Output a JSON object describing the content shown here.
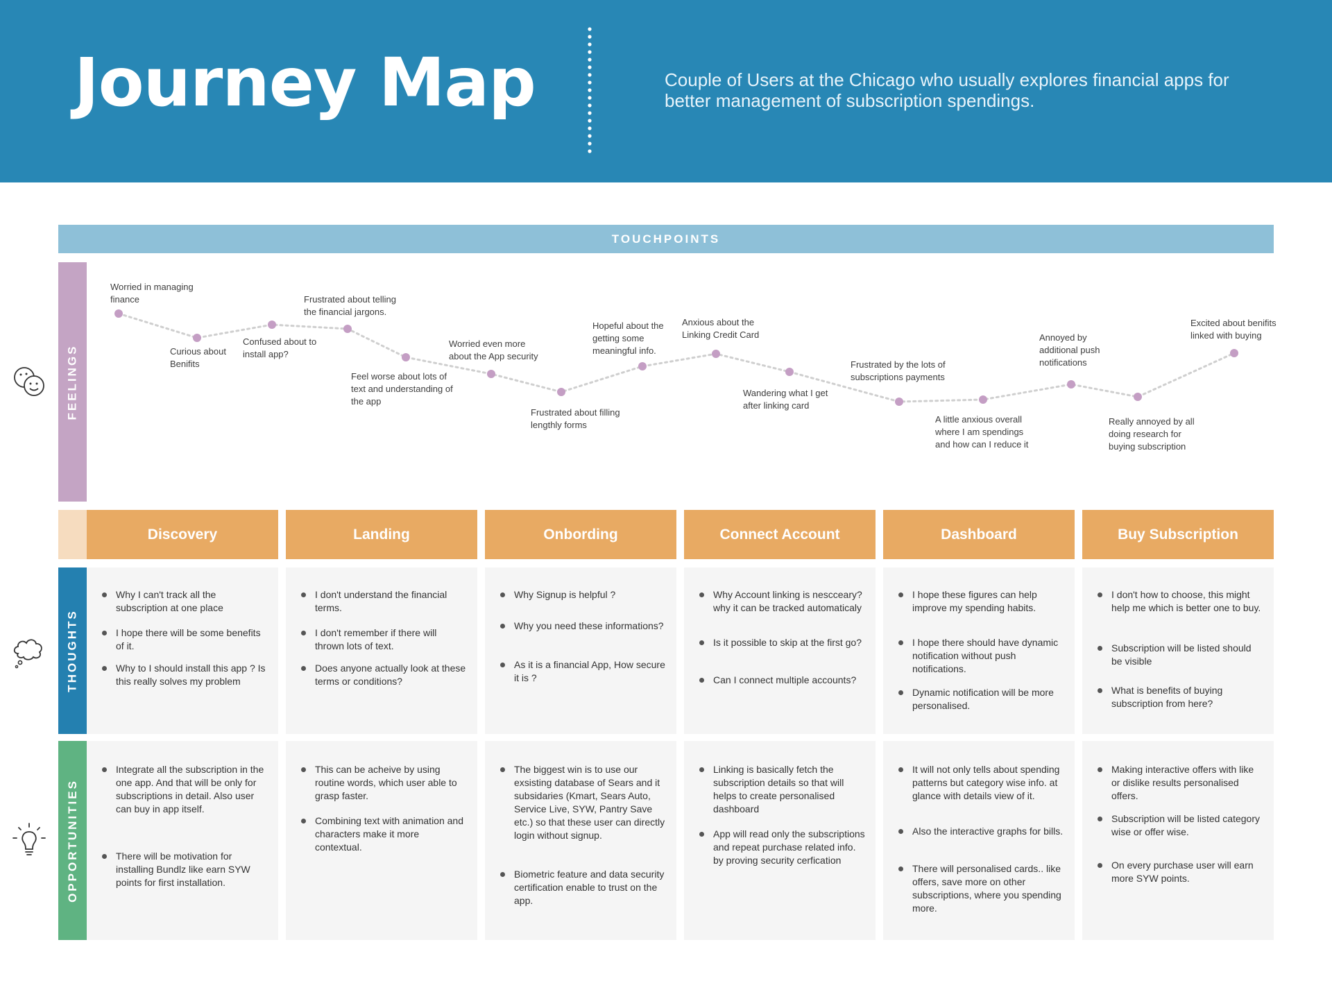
{
  "header": {
    "title": "Journey Map",
    "subtitle": "Couple of Users at the Chicago who usually explores financial apps for better management of subscription spendings."
  },
  "touchpoints": {
    "label": "TOUCHPOINTS"
  },
  "rows": {
    "feelings": "FEELINGS",
    "thoughts": "THOUGHTS",
    "opportunities": "OPPORTUNITIES"
  },
  "feelings": [
    "Worried in managing finance",
    "Curious about Benifits",
    "Confused about to install app?",
    "Frustrated about telling the financial jargons.",
    "Feel worse about lots of text and understanding of the app",
    "Worried even more about the App security",
    "Frustrated about filling lengthly forms",
    "Hopeful about the getting some meaningful info.",
    "Anxious about the Linking Credit Card",
    "Wandering what I get after linking card",
    "Frustrated by the lots of subscriptions payments",
    "A little anxious overall where I am spendings and how can I reduce it",
    "Annoyed by additional push notifications",
    "Really annoyed by all doing research for buying subscription",
    "Excited about benifits linked with buying"
  ],
  "stages": [
    {
      "name": "Discovery",
      "thoughts": [
        "Why I can't track all the subscription at one place",
        "I hope there will be some benefits of it.",
        "Why to I should install this app ? Is this really solves my problem"
      ],
      "opportunities": [
        "Integrate all the subscription in the one app. And that will be only for subscriptions in detail. Also user can buy in app itself.",
        "There will be motivation for installing Bundlz like earn SYW points for first installation."
      ]
    },
    {
      "name": "Landing",
      "thoughts": [
        "I don't understand the financial terms.",
        "I don't remember if there will thrown lots of text.",
        "Does anyone actually look at these terms or conditions?"
      ],
      "opportunities": [
        "This can be acheive by using routine words, which user able to grasp faster.",
        "Combining text with animation and characters make it more contextual."
      ]
    },
    {
      "name": "Onbording",
      "thoughts": [
        "Why Signup is helpful ?",
        "Why you need these informations?",
        "As it is a financial App, How secure it is ?"
      ],
      "opportunities": [
        "The biggest win is to use our exsisting database of Sears and it subsidaries  (Kmart, Sears Auto, Service Live, SYW, Pantry Save etc.) so that these user can directly login without signup.",
        "Biometric feature and data security certification enable to trust on the app."
      ]
    },
    {
      "name": "Connect Account",
      "thoughts": [
        "Why Account linking is nescceary? why it can be tracked automaticaly",
        "Is it possible to skip at the first go?",
        "Can I connect multiple accounts?"
      ],
      "opportunities": [
        "Linking is basically fetch the subscription details so that will helps to create personalised dashboard",
        "App will read only the subscriptions and repeat purchase related info. by proving security cerfication"
      ]
    },
    {
      "name": "Dashboard",
      "thoughts": [
        "I hope these figures can help improve my spending habits.",
        "I hope there should have dynamic notification without push notifications.",
        "Dynamic notification will be more personalised."
      ],
      "opportunities": [
        "It will not only tells about spending patterns but category wise info. at glance with details view of it.",
        "Also the interactive graphs for bills.",
        "There will personalised cards.. like offers, save more on other subscriptions, where you spending more."
      ]
    },
    {
      "name": "Buy Subscription",
      "thoughts": [
        "I don't how to choose, this might help me which is better one to buy.",
        "Subscription will be listed should be visible",
        "What is benefits of buying subscription from here?"
      ],
      "opportunities": [
        "Making interactive offers with like or dislike results personalised offers.",
        "Subscription will be listed category wise or offer wise.",
        "On every purchase user will earn more SYW points."
      ]
    }
  ],
  "icons": {
    "feelings": "faces-icon",
    "thoughts": "thought-cloud-icon",
    "opportunities": "lightbulb-icon"
  },
  "colors": {
    "header": "#2887b5",
    "touchpoints": "#8ec0d8",
    "feelings": "#c4a4c4",
    "thoughts": "#2480b0",
    "opportunities": "#5fb382",
    "stage": "#e8aa63"
  }
}
